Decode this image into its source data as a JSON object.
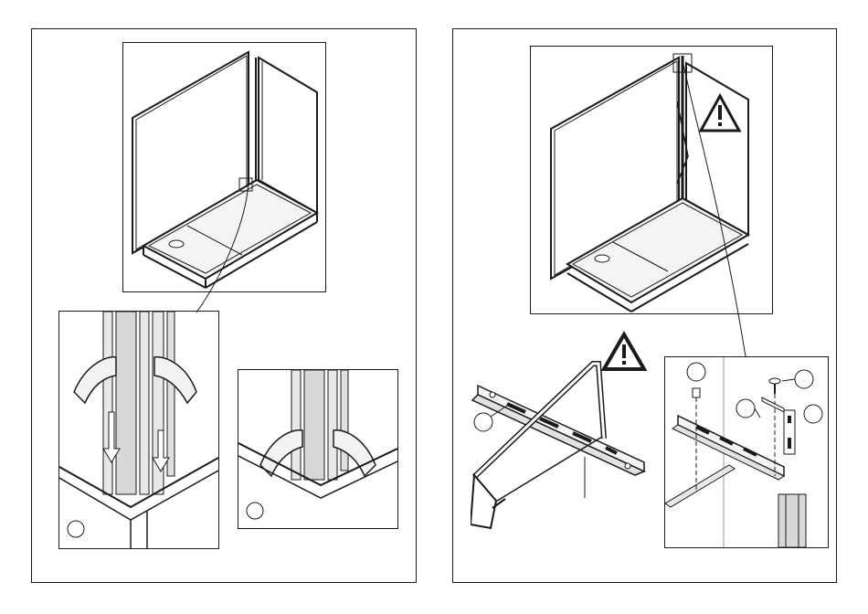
{
  "pages": [
    {
      "name": "left-page",
      "panels": [
        "shower-enclosure-overview",
        "corner-profile-detail-left",
        "corner-profile-detail-right"
      ],
      "step_markers": [
        "",
        ""
      ]
    },
    {
      "name": "right-page",
      "panels": [
        "shower-enclosure-wall-overview",
        "wall-bracket-cutting",
        "bracket-fixing-detail"
      ],
      "warnings": [
        "!",
        "!"
      ],
      "callouts": [
        "",
        "",
        "",
        "",
        ""
      ]
    }
  ],
  "icons": [
    "warning-triangle-icon",
    "hacksaw-icon",
    "screw-icon",
    "wall-bracket-icon"
  ]
}
